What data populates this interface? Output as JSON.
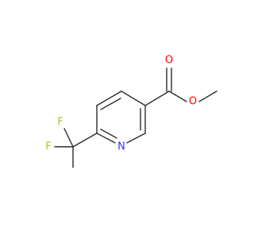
{
  "molecule": {
    "atoms": {
      "N": {
        "label": "N",
        "color": "#3333ff"
      },
      "O_carbonyl": {
        "label": "O",
        "color": "#ff0000"
      },
      "O_ester": {
        "label": "O",
        "color": "#ff0000"
      },
      "F1": {
        "label": "F",
        "color": "#99cc33"
      },
      "F2": {
        "label": "F",
        "color": "#99cc33"
      }
    },
    "bond_color": "#2b2b2b"
  }
}
